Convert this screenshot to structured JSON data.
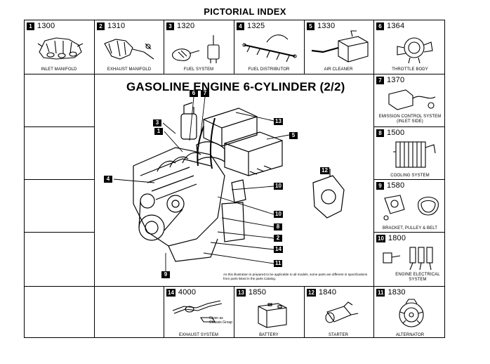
{
  "page_title": "PICTORIAL INDEX",
  "main_title": "GASOLINE ENGINE 6-CYLINDER (2/2)",
  "cells": [
    {
      "num": "1",
      "code": "1300",
      "caption": "INLET MANIFOLD"
    },
    {
      "num": "2",
      "code": "1310",
      "caption": "EXHAUST MANIFOLD"
    },
    {
      "num": "3",
      "code": "1320",
      "caption": "FUEL SYSTEM"
    },
    {
      "num": "4",
      "code": "1325",
      "caption": "FUEL DISTRIBUTOR"
    },
    {
      "num": "5",
      "code": "1330",
      "caption": "AIR CLEANER"
    },
    {
      "num": "6",
      "code": "1364",
      "caption": "THROTTLE BODY"
    },
    {
      "num": "7",
      "code": "1370",
      "caption": "EMISSION CONTROL SYSTEM (INLET SIDE)"
    },
    {
      "num": "8",
      "code": "1500",
      "caption": "COOLING SYSTEM"
    },
    {
      "num": "9",
      "code": "1580",
      "caption": "BRACKET, PULLEY & BELT"
    },
    {
      "num": "10",
      "code": "1800",
      "caption": "ENGINE ELECTRICAL SYSTEM"
    },
    {
      "num": "14",
      "code": "4000",
      "caption": "EXHAUST SYSTEM"
    },
    {
      "num": "13",
      "code": "1850",
      "caption": "BATTERY"
    },
    {
      "num": "12",
      "code": "1840",
      "caption": "STARTER"
    },
    {
      "num": "11",
      "code": "1830",
      "caption": "ALTERNATOR"
    }
  ],
  "callouts": [
    "6",
    "7",
    "3",
    "13",
    "1",
    "5",
    "4",
    "12",
    "10",
    "10",
    "8",
    "2",
    "14",
    "11",
    "9"
  ],
  "note": "As this illustration is prepared to be applicable to all models, some parts are different in specifications from parts listed in the parts Catalog.",
  "exhaust_subnote": "Given as Chassis Group"
}
